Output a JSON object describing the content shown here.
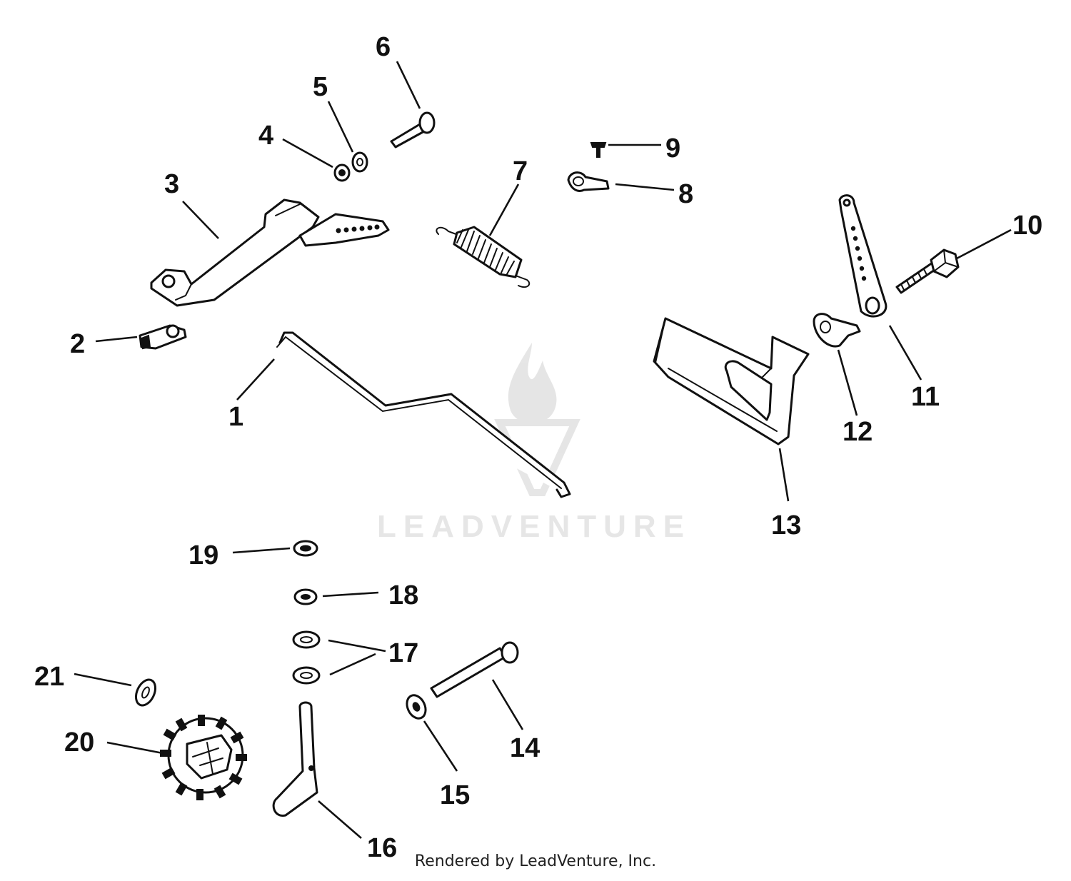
{
  "callouts": [
    "1",
    "2",
    "3",
    "4",
    "5",
    "6",
    "7",
    "8",
    "9",
    "10",
    "11",
    "12",
    "13",
    "14",
    "15",
    "16",
    "17",
    "18",
    "19",
    "20",
    "21"
  ],
  "watermark": "LEADVENTURE",
  "footer": "Rendered by LeadVenture, Inc."
}
